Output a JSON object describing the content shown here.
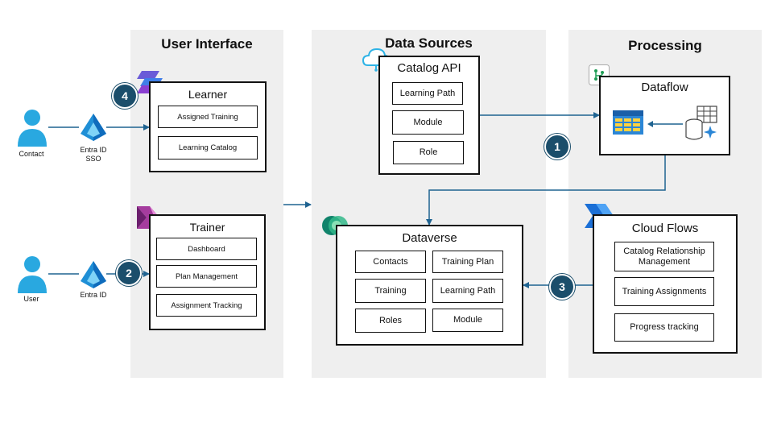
{
  "sections": {
    "user_interface": "User Interface",
    "data_sources": "Data Sources",
    "processing": "Processing"
  },
  "actors": {
    "contact": "Contact",
    "user": "User",
    "entra_sso_line1": "Entra ID",
    "entra_sso_line2": "SSO",
    "entra": "Entra ID"
  },
  "learner": {
    "title": "Learner",
    "items": [
      "Assigned Training",
      "Learning Catalog"
    ]
  },
  "trainer": {
    "title": "Trainer",
    "items": [
      "Dashboard",
      "Plan Management",
      "Assignment Tracking"
    ]
  },
  "catalog_api": {
    "title": "Catalog API",
    "items": [
      "Learning Path",
      "Module",
      "Role"
    ]
  },
  "dataverse": {
    "title": "Dataverse",
    "items": [
      "Contacts",
      "Training Plan",
      "Training",
      "Learning Path",
      "Roles",
      "Module"
    ]
  },
  "dataflow": {
    "title": "Dataflow"
  },
  "cloud_flows": {
    "title": "Cloud Flows",
    "items": [
      "Catalog Relationship Management",
      "Training Assignments",
      "Progress tracking"
    ]
  },
  "badges": [
    "1",
    "2",
    "3",
    "4"
  ],
  "colors": {
    "section_bg": "#efefef",
    "badge": "#1b4e6b",
    "connector": "#1f6391",
    "person": "#29a8e0",
    "entra": "#1f8fd6"
  },
  "icons": {
    "person": "person-icon",
    "entra": "entra-id-icon",
    "learner_app": "power-pages-icon",
    "trainer_app": "power-apps-icon",
    "cloud": "cloud-api-icon",
    "dataverse": "dataverse-icon",
    "dataflow": "dataflow-icon",
    "cloud_flows": "power-automate-icon",
    "table": "table-icon",
    "database": "database-icon"
  }
}
